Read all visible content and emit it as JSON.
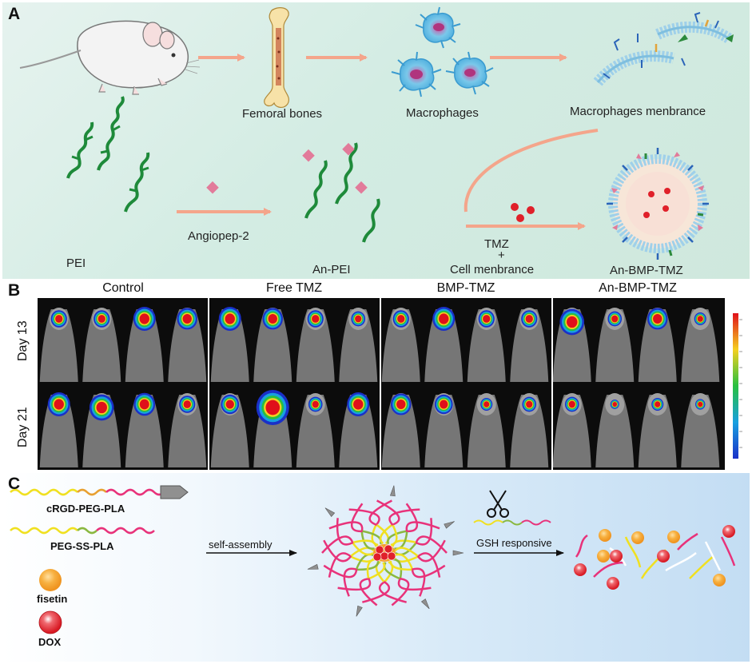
{
  "panels": {
    "a": {
      "letter": "A",
      "labels": {
        "femoral": "Femoral bones",
        "macrophages": "Macrophages",
        "membrane": "Macrophages menbrance",
        "pei": "PEI",
        "angiopep": "Angiopep-2",
        "an_pei": "An-PEI",
        "tmz": "TMZ",
        "plus": "+",
        "cell_membrane": "Cell menbrance",
        "an_bmp_tmz": "An-BMP-TMZ"
      }
    },
    "b": {
      "letter": "B",
      "columns": [
        "Control",
        "Free TMZ",
        "BMP-TMZ",
        "An-BMP-TMZ"
      ],
      "rows": [
        "Day 13",
        "Day 21"
      ]
    },
    "c": {
      "letter": "C",
      "labels": {
        "crgd": "cRGD-PEG-PLA",
        "pegss": "PEG-SS-PLA",
        "fisetin": "fisetin",
        "dox": "DOX",
        "self_assembly": "self-assembly",
        "gsh": "GSH responsive"
      }
    }
  },
  "colors": {
    "arrow_salmon": "#f4a58b",
    "pei_green": "#1e8a3a",
    "angiopep_pink": "#e27b9a",
    "dox_red": "#e0202a",
    "fisetin_orange": "#f5a02a",
    "peg_yellow": "#f0e020",
    "pla_pink": "#e8327a"
  }
}
